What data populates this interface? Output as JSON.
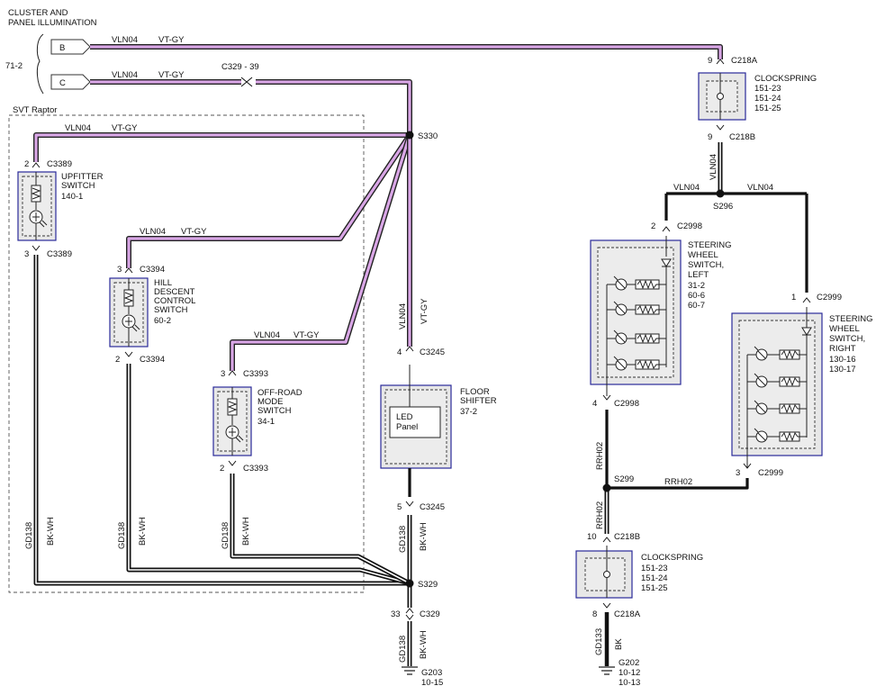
{
  "header": {
    "title_line1": "CLUSTER AND",
    "title_line2": "PANEL ILLUMINATION",
    "ref": "71-2",
    "pin_b": "B",
    "pin_c": "C"
  },
  "frame_label": "SVT Raptor",
  "circuits": {
    "vln04": "VLN04",
    "vtgy": "VT-GY",
    "gd138": "GD138",
    "bkwh": "BK-WH",
    "gd133": "GD133",
    "bk": "BK",
    "rrh02": "RRH02"
  },
  "connectors": {
    "c329_39": "C329 - 39",
    "c218a": "C218A",
    "c218b": "C218B",
    "c3389": "C3389",
    "c3394": "C3394",
    "c3393": "C3393",
    "c3245": "C3245",
    "c329": "C329",
    "c2998": "C2998",
    "c2999": "C2999"
  },
  "pins": {
    "p9": "9",
    "p2": "2",
    "p3": "3",
    "p4": "4",
    "p5": "5",
    "p33": "33",
    "p1": "1",
    "p10": "10",
    "p8": "8"
  },
  "splices": {
    "s330": "S330",
    "s296": "S296",
    "s329": "S329",
    "s299": "S299"
  },
  "components": {
    "clockspring_top": {
      "name": "CLOCKSPRING",
      "refs": [
        "151-23",
        "151-24",
        "151-25"
      ]
    },
    "clockspring_bottom": {
      "name": "CLOCKSPRING",
      "refs": [
        "151-23",
        "151-24",
        "151-25"
      ]
    },
    "upfitter": {
      "name_lines": [
        "UPFITTER",
        "SWITCH"
      ],
      "ref": "140-1"
    },
    "hill_descent": {
      "name_lines": [
        "HILL",
        "DESCENT",
        "CONTROL",
        "SWITCH"
      ],
      "ref": "60-2"
    },
    "off_road": {
      "name_lines": [
        "OFF-ROAD",
        "MODE",
        "SWITCH"
      ],
      "ref": "34-1"
    },
    "floor_shifter": {
      "name_lines": [
        "FLOOR",
        "SHIFTER"
      ],
      "ref": "37-2",
      "inner_lines": [
        "LED",
        "Panel"
      ]
    },
    "swc_left": {
      "name_lines": [
        "STEERING",
        "WHEEL",
        "SWITCH,",
        "LEFT"
      ],
      "refs": [
        "31-2",
        "60-6",
        "60-7"
      ]
    },
    "swc_right": {
      "name_lines": [
        "STEERING",
        "WHEEL",
        "SWITCH,",
        "RIGHT"
      ],
      "refs": [
        "130-16",
        "130-17"
      ]
    }
  },
  "grounds": {
    "g203": {
      "name": "G203",
      "refs": [
        "10-15"
      ]
    },
    "g202": {
      "name": "G202",
      "refs": [
        "10-12",
        "10-13"
      ]
    }
  }
}
